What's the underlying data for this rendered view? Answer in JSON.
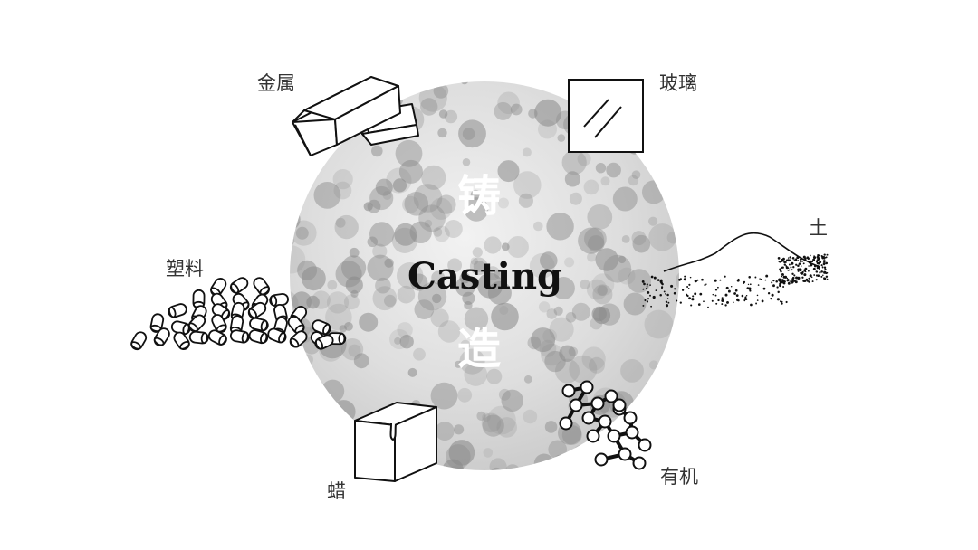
{
  "diagram": {
    "center": {
      "char_top": "铸",
      "char_bottom": "造",
      "title": "Casting"
    },
    "materials": {
      "metal": "金属",
      "glass": "玻璃",
      "soil": "土",
      "plastic": "塑料",
      "wax": "蜡",
      "organic": "有机"
    }
  }
}
